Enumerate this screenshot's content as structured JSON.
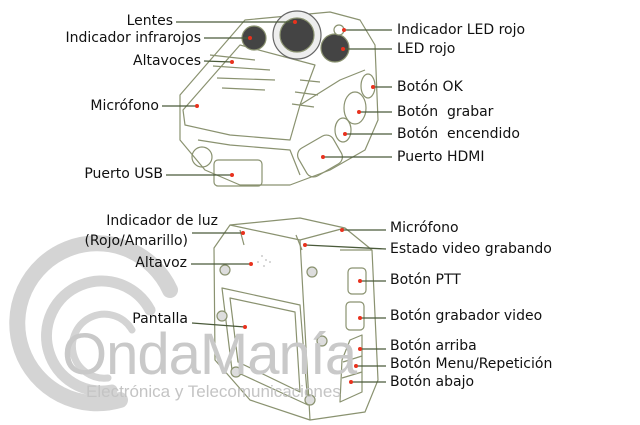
{
  "top_view": {
    "left_labels": [
      {
        "id": "lentes",
        "text": "Lentes"
      },
      {
        "id": "infrarojos",
        "text": "Indicador infrarojos"
      },
      {
        "id": "altavoces",
        "text": "Altavoces"
      },
      {
        "id": "microfono",
        "text": "Micrófono"
      },
      {
        "id": "usb",
        "text": "Puerto USB"
      }
    ],
    "right_labels": [
      {
        "id": "led-indicador",
        "text": "Indicador LED rojo"
      },
      {
        "id": "led-rojo",
        "text": "LED rojo"
      },
      {
        "id": "ok",
        "text": "Botón OK"
      },
      {
        "id": "grabar",
        "text": "Botón  grabar"
      },
      {
        "id": "encendido",
        "text": "Botón  encendido"
      },
      {
        "id": "hdmi",
        "text": "Puerto HDMI"
      }
    ]
  },
  "bottom_view": {
    "left_labels": [
      {
        "id": "indicador-luz",
        "text": "Indicador de luz"
      },
      {
        "id": "rojo-amarillo",
        "text": "(Rojo/Amarillo)"
      },
      {
        "id": "altavoz",
        "text": "Altavoz"
      },
      {
        "id": "pantalla",
        "text": "Pantalla"
      }
    ],
    "right_labels": [
      {
        "id": "microfono2",
        "text": "Micrófono"
      },
      {
        "id": "estado",
        "text": "Estado video grabando"
      },
      {
        "id": "ptt",
        "text": "Botón PTT"
      },
      {
        "id": "grabador",
        "text": "Botón grabador video"
      },
      {
        "id": "arriba",
        "text": "Botón arriba"
      },
      {
        "id": "menu",
        "text": "Botón Menu/Repetición"
      },
      {
        "id": "abajo",
        "text": "Botón abajo"
      }
    ]
  },
  "watermark": {
    "brand": "OndaManía",
    "tagline": "Electrónica y Telecomunicaciones"
  },
  "colors": {
    "line": "#4a5a3a",
    "dot": "#e8321e",
    "outline": "#8a9270",
    "watermark": "#c9c9c9"
  }
}
